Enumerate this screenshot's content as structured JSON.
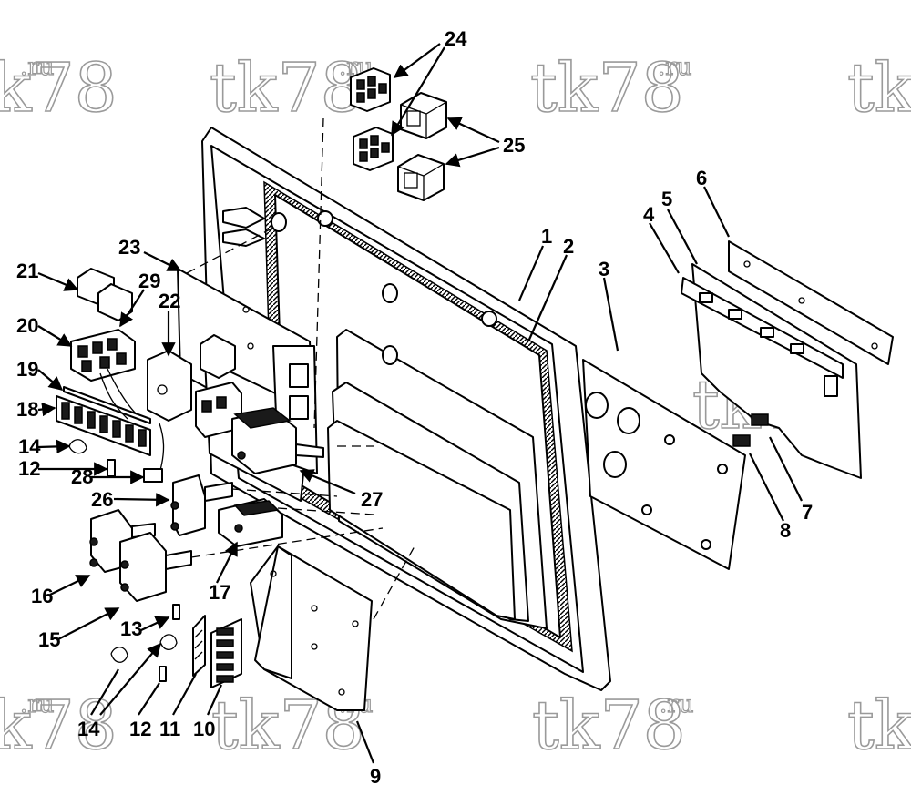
{
  "watermark": {
    "main": "tk78",
    "suffix": ".ru"
  },
  "callouts": [
    {
      "id": "c1",
      "label": "1"
    },
    {
      "id": "c2",
      "label": "2"
    },
    {
      "id": "c3",
      "label": "3"
    },
    {
      "id": "c4",
      "label": "4"
    },
    {
      "id": "c5",
      "label": "5"
    },
    {
      "id": "c6",
      "label": "6"
    },
    {
      "id": "c7",
      "label": "7"
    },
    {
      "id": "c8",
      "label": "8"
    },
    {
      "id": "c9",
      "label": "9"
    },
    {
      "id": "c10",
      "label": "10"
    },
    {
      "id": "c11",
      "label": "11"
    },
    {
      "id": "c12a",
      "label": "12"
    },
    {
      "id": "c12b",
      "label": "12"
    },
    {
      "id": "c13",
      "label": "13"
    },
    {
      "id": "c14a",
      "label": "14"
    },
    {
      "id": "c14b",
      "label": "14"
    },
    {
      "id": "c15",
      "label": "15"
    },
    {
      "id": "c16",
      "label": "16"
    },
    {
      "id": "c17",
      "label": "17"
    },
    {
      "id": "c18",
      "label": "18"
    },
    {
      "id": "c19",
      "label": "19"
    },
    {
      "id": "c20",
      "label": "20"
    },
    {
      "id": "c21",
      "label": "21"
    },
    {
      "id": "c22",
      "label": "22"
    },
    {
      "id": "c23",
      "label": "23"
    },
    {
      "id": "c24",
      "label": "24"
    },
    {
      "id": "c25",
      "label": "25"
    },
    {
      "id": "c26",
      "label": "26"
    },
    {
      "id": "c27",
      "label": "27"
    },
    {
      "id": "c28",
      "label": "28"
    },
    {
      "id": "c29",
      "label": "29"
    }
  ]
}
